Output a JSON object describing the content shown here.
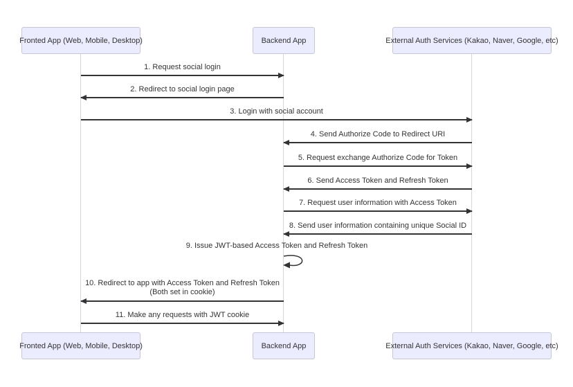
{
  "diagram": {
    "type": "sequence-diagram",
    "topic": "Social login (OAuth) authentication flow",
    "actors": [
      {
        "id": "frontend",
        "label": "Fronted App (Web, Mobile, Desktop)"
      },
      {
        "id": "backend",
        "label": "Backend App"
      },
      {
        "id": "external",
        "label": "External Auth Services (Kakao, Naver, Google, etc)"
      }
    ],
    "messages": [
      {
        "seq": 1,
        "label": "1. Request social login",
        "from": "frontend",
        "to": "backend",
        "direction": "right"
      },
      {
        "seq": 2,
        "label": "2. Redirect to social login page",
        "from": "backend",
        "to": "frontend",
        "direction": "left"
      },
      {
        "seq": 3,
        "label": "3. Login with social account",
        "from": "frontend",
        "to": "external",
        "direction": "right"
      },
      {
        "seq": 4,
        "label": "4. Send Authorize Code to Redirect URI",
        "from": "external",
        "to": "backend",
        "direction": "left"
      },
      {
        "seq": 5,
        "label": "5. Request exchange Authorize Code for Token",
        "from": "backend",
        "to": "external",
        "direction": "right"
      },
      {
        "seq": 6,
        "label": "6. Send Access Token and Refresh Token",
        "from": "external",
        "to": "backend",
        "direction": "left"
      },
      {
        "seq": 7,
        "label": "7. Request user information with Access Token",
        "from": "backend",
        "to": "external",
        "direction": "right"
      },
      {
        "seq": 8,
        "label": "8. Send user information containing unique Social ID",
        "from": "external",
        "to": "backend",
        "direction": "left"
      },
      {
        "seq": 9,
        "label": "9. Issue JWT-based Access Token and Refresh Token",
        "from": "backend",
        "to": "backend",
        "direction": "self"
      },
      {
        "seq": 10,
        "label": "10. Redirect to app with Access Token and Refresh Token",
        "label2": "(Both set in cookie)",
        "from": "backend",
        "to": "frontend",
        "direction": "left"
      },
      {
        "seq": 11,
        "label": "11. Make any requests with JWT cookie",
        "from": "frontend",
        "to": "backend",
        "direction": "right"
      }
    ],
    "colors": {
      "actor_fill": "#ECECFF",
      "actor_border": "#c5c5dd",
      "lifeline": "#d5d5ed",
      "arrow": "#333333",
      "text": "#333333",
      "background": "#ffffff"
    }
  }
}
